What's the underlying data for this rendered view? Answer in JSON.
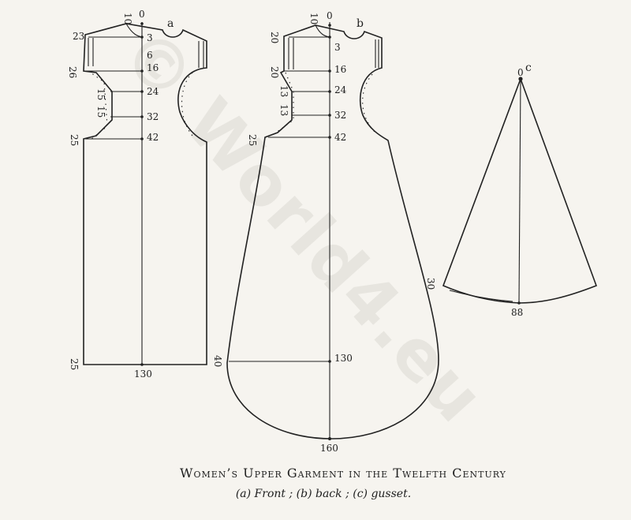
{
  "watermark": "© World4.eu",
  "caption": {
    "title": "Women’s Upper Garment in the Twelfth Century",
    "subtitle": "(a) Front ; (b) back ; (c) gusset."
  },
  "patterns": {
    "a": {
      "letter": "a",
      "labels": {
        "neck_top": "0",
        "neck_side": "10",
        "shoulder": "23",
        "m3": "3",
        "m6": "6",
        "m16": "16",
        "armpit": "26",
        "m24": "24",
        "waist1": "15",
        "waist2": "15",
        "m32": "32",
        "m42": "42",
        "hip": "25",
        "hem_side": "25",
        "hem": "130"
      }
    },
    "b": {
      "letter": "b",
      "labels": {
        "neck_top": "0",
        "neck_side": "10",
        "shoulder": "20",
        "m3": "3",
        "m16": "16",
        "armpit": "20",
        "m24": "24",
        "waist1": "13",
        "waist2": "13",
        "m32": "32",
        "m42": "42",
        "hip": "25",
        "side": "40",
        "m130": "130",
        "hem": "160"
      }
    },
    "c": {
      "letter": "c",
      "labels": {
        "top": "0",
        "side": "30",
        "bottom": "88"
      }
    }
  }
}
